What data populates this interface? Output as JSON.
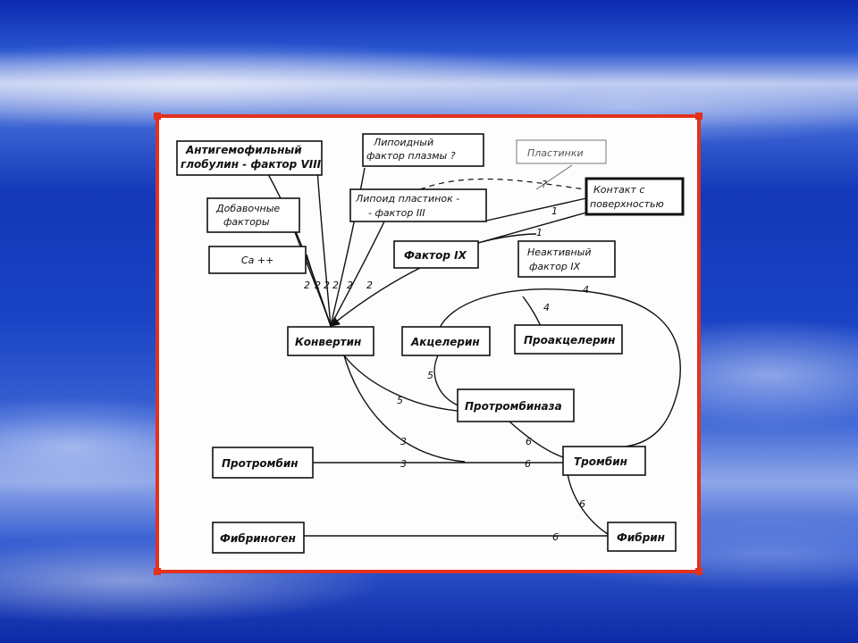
{
  "diagram": {
    "nodes": {
      "antihemophilic_1": "Антигемофильный",
      "antihemophilic_2": "глобулин - фактор VIII",
      "lipoid_plasma_1": "Липоидный",
      "lipoid_plasma_2": "фактор плазмы ?",
      "platelets": "Пластинки",
      "contact_1": "Контакт с",
      "contact_2": "поверхностью",
      "additional_1": "Добавочные",
      "additional_2": "факторы",
      "lipoid_platelets_1": "Липоид пластинок -",
      "lipoid_platelets_2": "- фактор III",
      "calcium": "Ca ++",
      "factor_ix": "Фактор IX",
      "inactive_ix_1": "Неактивный",
      "inactive_ix_2": "фактор IX",
      "convertin": "Конвертин",
      "accelerin": "Акцелерин",
      "proaccelerin": "Проакцелерин",
      "prothrombinase": "Протромбиназа",
      "prothrombin": "Протромбин",
      "thrombin": "Тромбин",
      "fibrinogen": "Фибриноген",
      "fibrin": "Фибрин"
    },
    "edge_labels": {
      "q": "?",
      "one_a": "1",
      "one_b": "1",
      "two_a": "2",
      "two_b": "2",
      "two_c": "2",
      "two_d": "2",
      "two_e": "2",
      "two_f": "2",
      "four_a": "4",
      "four_b": "4",
      "five_a": "5",
      "five_b": "5",
      "three_a": "3",
      "three_b": "3",
      "six_a": "6",
      "six_b": "6",
      "six_c": "6",
      "six_d": "6"
    }
  }
}
